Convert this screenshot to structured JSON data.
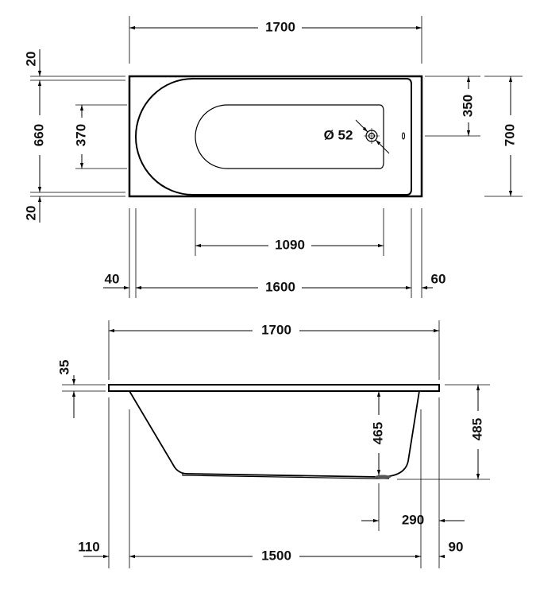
{
  "top_view": {
    "overall_length": "1700",
    "rim_top": "20",
    "inner_width": "660",
    "rim_bottom": "20",
    "basin_width": "370",
    "drain_diameter": "Ø 52",
    "drain_offset": "350",
    "overall_width": "700",
    "basin_length": "1090",
    "rim_left": "40",
    "inner_length": "1600",
    "rim_right": "60"
  },
  "side_view": {
    "overall_length": "1700",
    "rim_thickness": "35",
    "inner_depth": "465",
    "overall_height": "485",
    "drain_from_end": "290",
    "left_offset": "110",
    "bottom_length": "1500",
    "right_offset": "90"
  },
  "colors": {
    "line": "#000000",
    "background": "#ffffff"
  }
}
